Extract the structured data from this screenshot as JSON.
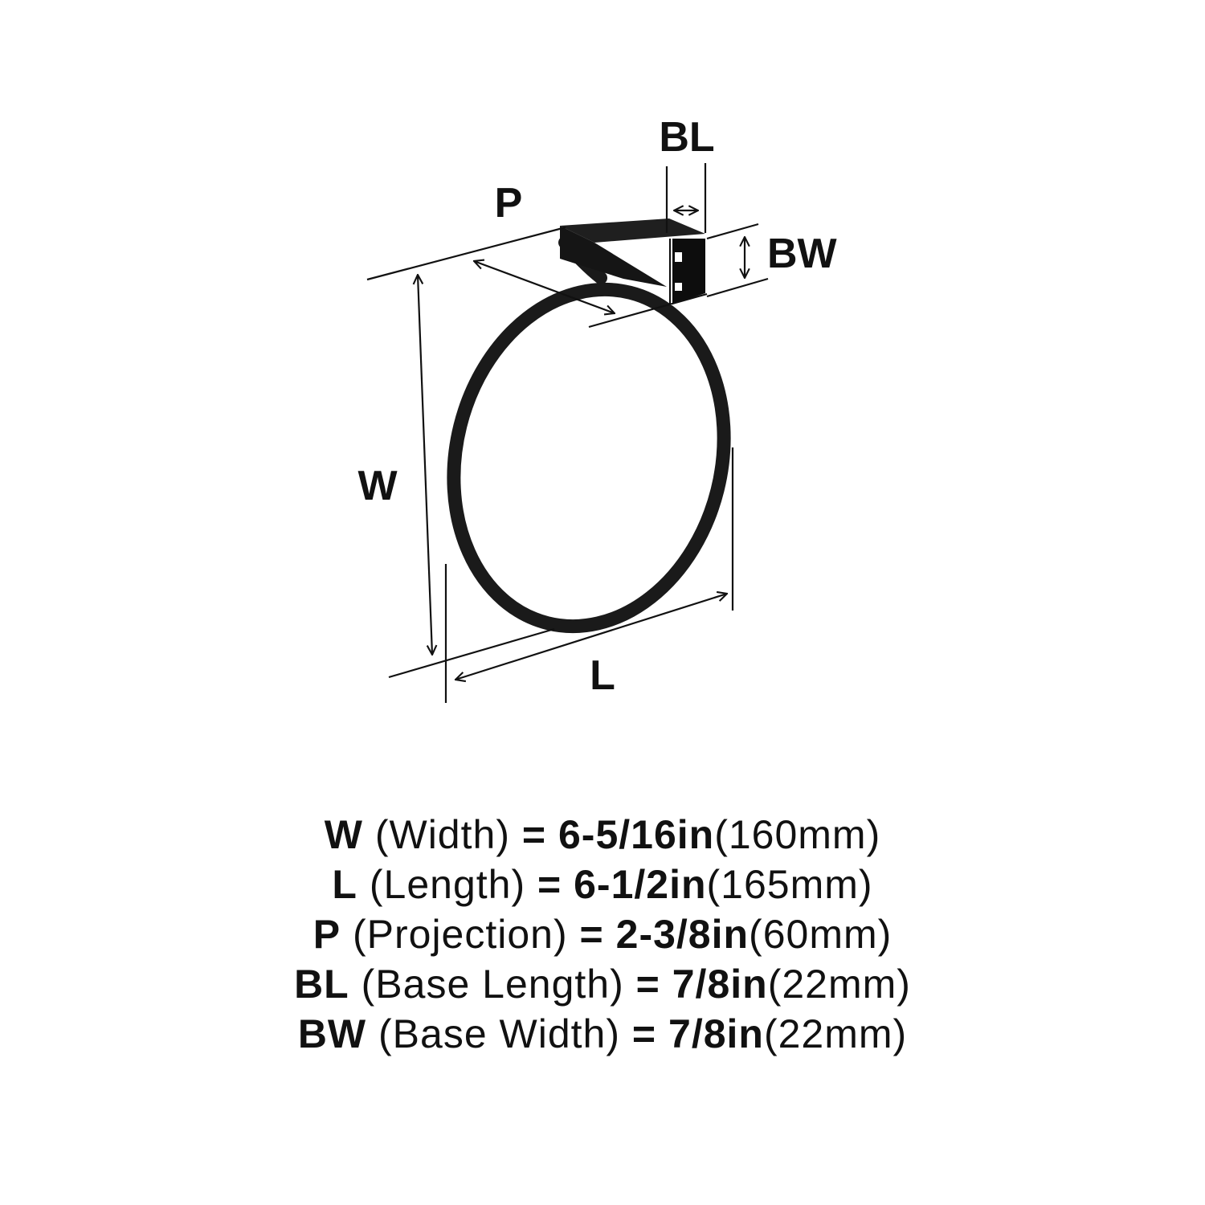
{
  "diagram": {
    "labels": {
      "bl": "BL",
      "p": "P",
      "bw": "BW",
      "w": "W",
      "l": "L"
    },
    "colors": {
      "ink": "#111111",
      "background": "#ffffff"
    }
  },
  "specs": [
    {
      "code": "W",
      "name": "(Width)",
      "equals": "=",
      "imperial": "6-5/16in",
      "metric": "(160mm)"
    },
    {
      "code": "L",
      "name": "(Length)",
      "equals": "=",
      "imperial": "6-1/2in",
      "metric": "(165mm)"
    },
    {
      "code": "P",
      "name": "(Projection)",
      "equals": "=",
      "imperial": "2-3/8in",
      "metric": "(60mm)"
    },
    {
      "code": "BL",
      "name": "(Base Length)",
      "equals": "=",
      "imperial": "7/8in",
      "metric": "(22mm)"
    },
    {
      "code": "BW",
      "name": "(Base Width)",
      "equals": "=",
      "imperial": "7/8in",
      "metric": "(22mm)"
    }
  ]
}
